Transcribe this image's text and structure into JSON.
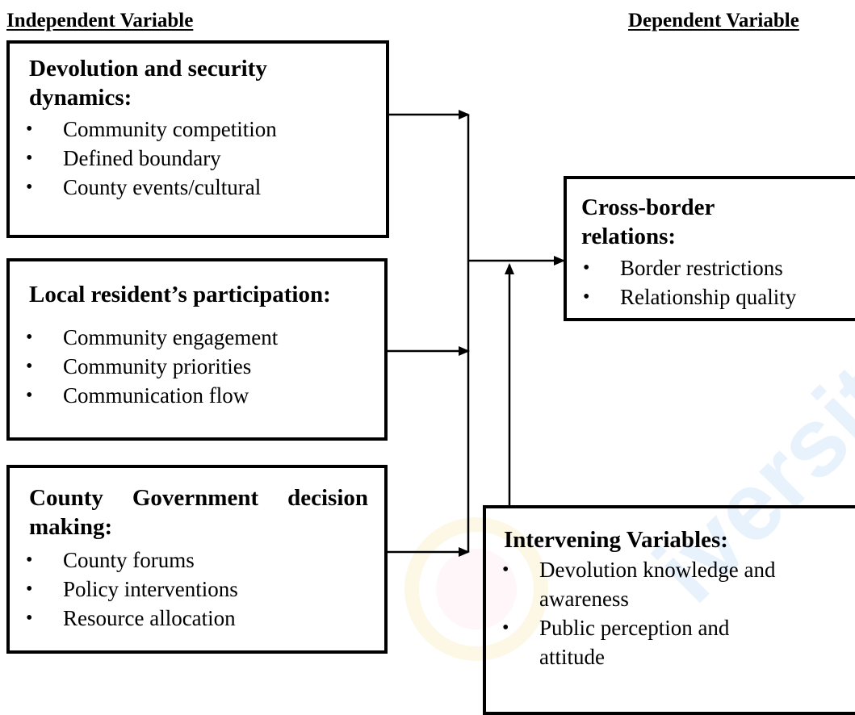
{
  "headings": {
    "independent": "Independent Variable",
    "dependent": "Dependent Variable"
  },
  "boxes": {
    "devolution": {
      "title_line1": "Devolution and security",
      "title_line2": "dynamics:",
      "items": [
        "Community competition",
        "Defined boundary",
        "County events/cultural"
      ]
    },
    "participation": {
      "title": "Local resident’s participation:",
      "items": [
        "Community engagement",
        "Community priorities",
        "Communication flow"
      ]
    },
    "decision": {
      "title_line1": "County Government decision",
      "title_line2": "making:",
      "items": [
        "County forums",
        "Policy interventions",
        "Resource allocation"
      ]
    },
    "relations": {
      "title_line1": "Cross-border",
      "title_line2": "relations:",
      "items": [
        "Border restrictions",
        "Relationship quality"
      ]
    },
    "intervening": {
      "title": "Intervening Variables:",
      "items": [
        {
          "line1": "Devolution knowledge and",
          "line2": "awareness"
        },
        {
          "line1": "Public perception and",
          "line2": "attitude"
        }
      ]
    }
  },
  "colors": {
    "ink": "#000000",
    "watermark_blue": "#3a8fe0",
    "watermark_gold": "#e8c030",
    "watermark_pink": "#e86aa0"
  }
}
